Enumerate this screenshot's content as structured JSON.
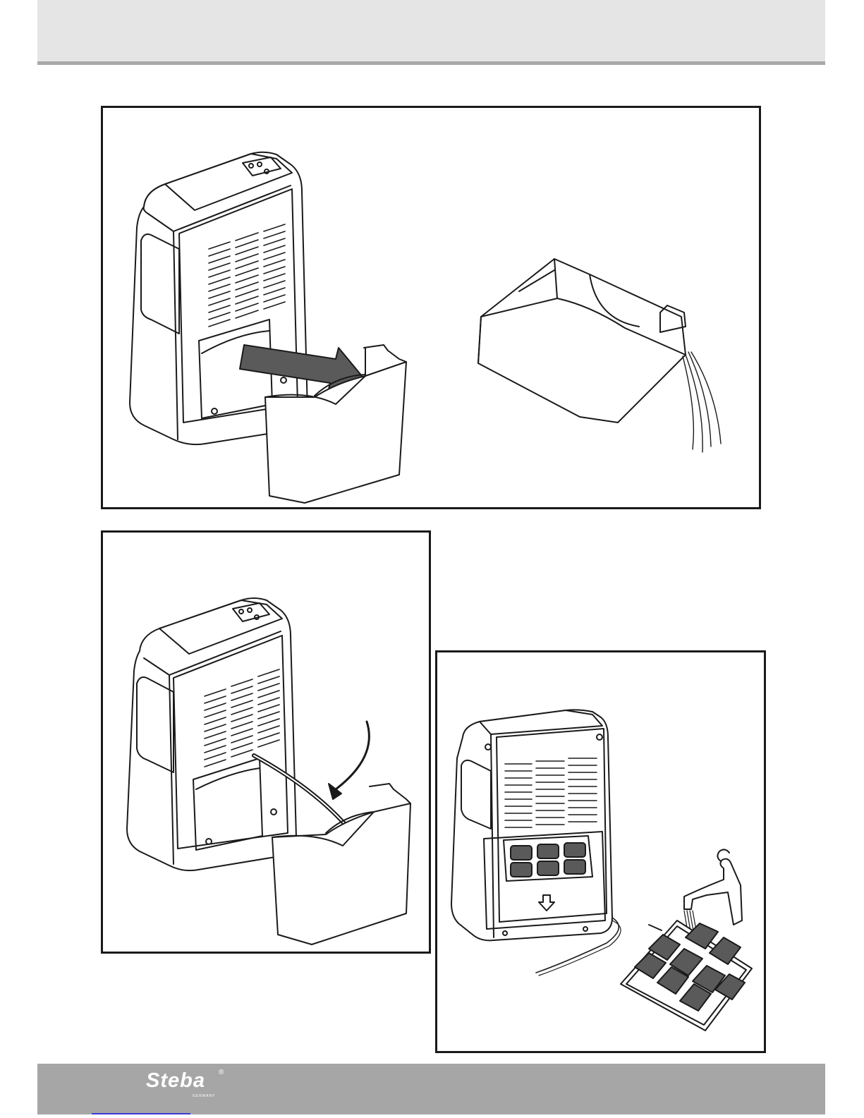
{
  "footer": {
    "brand": "Steba",
    "brand_mark": "®",
    "brand_sub": "GERMANY"
  },
  "figures": [
    {
      "id": "remove-tank",
      "icons": [
        "dehumidifier-icon",
        "arrow-icon",
        "water-tank-icon"
      ]
    },
    {
      "id": "empty-tank",
      "icons": [
        "water-tank-icon",
        "water-stream-icon"
      ]
    },
    {
      "id": "drain-hose",
      "icons": [
        "dehumidifier-icon",
        "hose-icon",
        "arrow-icon",
        "water-tank-icon"
      ]
    },
    {
      "id": "clean-filter",
      "icons": [
        "dehumidifier-icon",
        "filter-icon",
        "down-arrow-icon",
        "faucet-icon"
      ]
    }
  ],
  "colors": {
    "header": "#e5e5e5",
    "header_rule": "#a8a8a8",
    "footer": "#a6a6a6",
    "line": "#1a1a1a",
    "filter_cell": "#5a5a5a"
  }
}
